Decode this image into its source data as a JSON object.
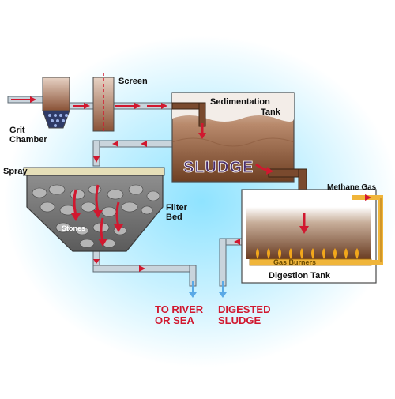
{
  "labels": {
    "screen": "Screen",
    "grit_line1": "Grit",
    "grit_line2": "Chamber",
    "sedimentation_line1": "Sedimentation",
    "sedimentation_line2": "Tank",
    "sludge": "SLUDGE",
    "spray": "Spray",
    "filter_line1": "Filter",
    "filter_line2": "Bed",
    "stones": "Stones",
    "methane": "Methane Gas",
    "gas_burners": "Gas Burners",
    "digestion": "Digestion Tank",
    "river_line1": "TO RIVER",
    "river_line2": "OR SEA",
    "digested_line1": "DIGESTED",
    "digested_line2": "SLUDGE"
  },
  "colors": {
    "background_glow": "#bfefff",
    "pipe": "#c9d4dc",
    "pipe_edge": "#5f6b74",
    "sludge_brown": "#7a4a2e",
    "water_blue": "#5aa9e6",
    "flow_arrow": "#d1182f",
    "output_text": "#d1182f",
    "flame": "#f2a71b",
    "gas_pipe": "#f0b53a",
    "sludge_text": "#4a2d6b"
  }
}
